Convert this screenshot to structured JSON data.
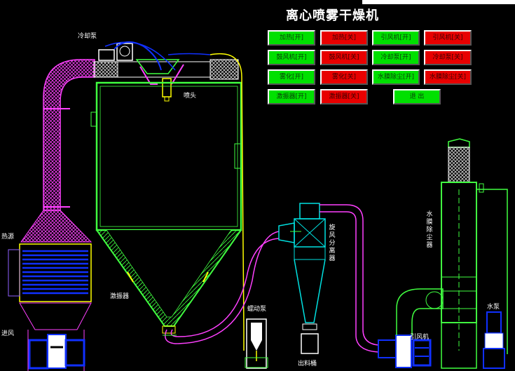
{
  "title": "离心喷雾干燥机",
  "buttons": {
    "heat_on": "加热[开]",
    "heat_off": "加热[关]",
    "induced_fan_on": "引风机[开]",
    "induced_fan_off": "引风机[关]",
    "blower_on": "鼓风机[开]",
    "blower_off": "鼓风机[关]",
    "cooling_pump_on": "冷却泵[开]",
    "cooling_pump_off": "冷却泵[关]",
    "atomize_on": "雾化[开]",
    "atomize_off": "雾化[关]",
    "water_film_on": "水膜除尘[开]",
    "water_film_off": "水膜除尘[关]",
    "agitator_on": "激振器[开]",
    "agitator_off": "激振器[关]",
    "exit": "退 出"
  },
  "labels": {
    "cooling_pump": "冷却泵",
    "spray_head": "喷头",
    "heat_source": "热源",
    "air_inlet": "进风",
    "vibrator": "激振器",
    "peristaltic_pump": "蠕动泵",
    "cyclone": "旋风分离器",
    "discharge_barrel": "出料桶",
    "induced_fan": "引风机",
    "water_film_collector": "水膜除尘器",
    "water_pump": "水泵"
  },
  "colors": {
    "button_on": "#00e000",
    "button_off": "#e80000",
    "duct_magenta": "#ff40ff",
    "frame_green": "#40ff40",
    "yellow": "#ffff00",
    "cyan": "#00e0e0",
    "blue": "#1030ff",
    "white": "#ffffff"
  }
}
